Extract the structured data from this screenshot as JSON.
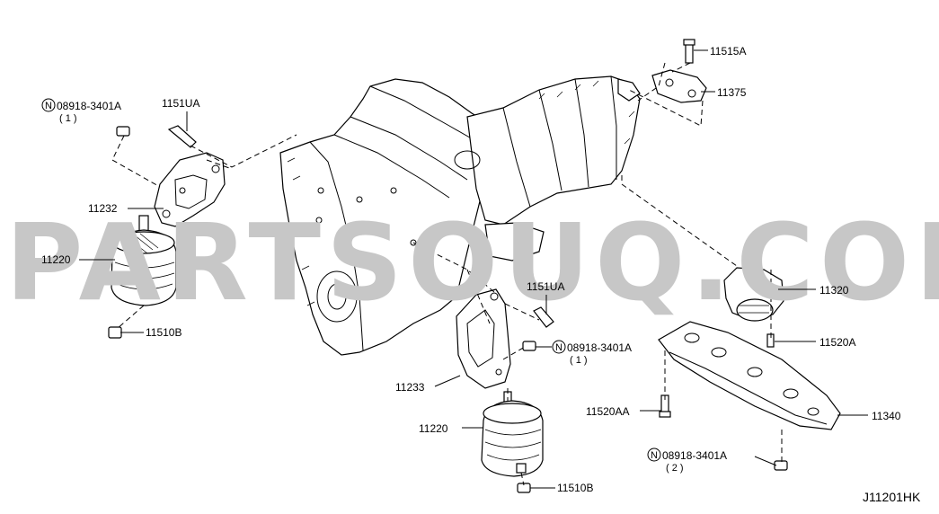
{
  "watermark": "PARTSOUQ.COM",
  "diagram_code": "J11201HK",
  "nut_symbol": "N",
  "labels": {
    "l_11515A": "11515A",
    "l_11375": "11375",
    "l_08918_top_left": "08918-3401A",
    "l_qty_top_left": "( 1 )",
    "l_1151UA_top": "1151UA",
    "l_11232": "11232",
    "l_11220_left": "11220",
    "l_11510B_left": "11510B",
    "l_1151UA_mid": "1151UA",
    "l_08918_mid": "08918-3401A",
    "l_qty_mid": "( 1 )",
    "l_11233": "11233",
    "l_11220_bottom": "11220",
    "l_11510B_bottom": "11510B",
    "l_11320": "11320",
    "l_11520A": "11520A",
    "l_11520AA": "11520AA",
    "l_11340": "11340",
    "l_08918_bottom": "08918-3401A",
    "l_qty_bottom": "( 2 )"
  }
}
